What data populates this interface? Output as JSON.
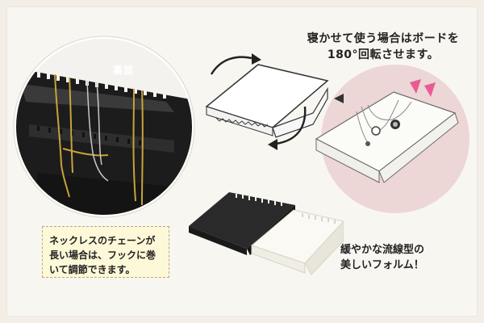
{
  "back_label": "裏面",
  "rotate_caption": {
    "line1": "寝かせて使う場合はボードを",
    "line2": "180°回転させます。"
  },
  "chain_note": {
    "line1": "ネックレスのチェーンが",
    "line2": "長い場合は、フックに巻",
    "line3": "いて調節できます。"
  },
  "form_caption": {
    "line1": "緩やかな流線型の",
    "line2": "美しいフォルム！"
  },
  "colors": {
    "background": "#f3efe7",
    "circle_pink": "#edd6d6",
    "accent_pink": "#e85c93",
    "board_black": "#2a2a2a",
    "board_white": "#faf9f3",
    "note_bg": "#fdf8d8"
  }
}
